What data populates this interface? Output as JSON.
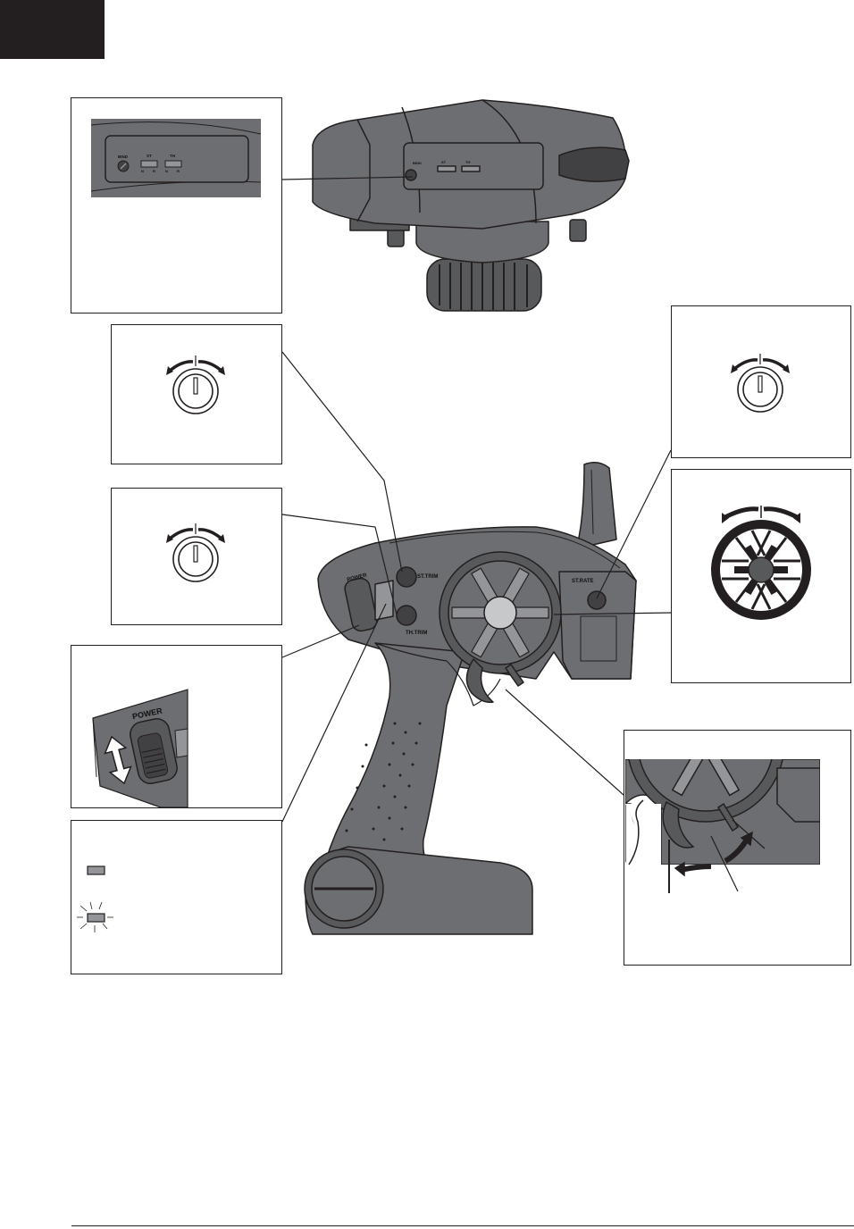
{
  "labels": {
    "bind": "BIND",
    "st": "ST",
    "th": "TH",
    "switch_n": "N",
    "switch_r": "R",
    "st_trim": "ST.TRIM",
    "th_trim": "TH.TRIM",
    "st_rate": "ST.RATE",
    "power": "POWER"
  },
  "colors": {
    "body": "#6d6e71",
    "body_dark": "#58595b",
    "outline": "#231f20",
    "wheel_hub": "#c7c8ca",
    "led": "#939598"
  }
}
